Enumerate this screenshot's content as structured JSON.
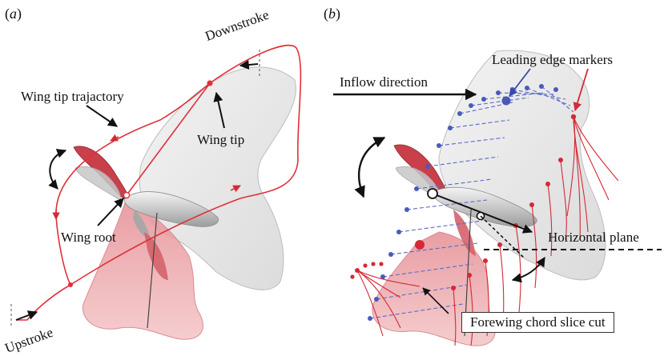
{
  "panels": {
    "a": {
      "open": "(",
      "letter": "a",
      "close": ")"
    },
    "b": {
      "open": "(",
      "letter": "b",
      "close": ")"
    }
  },
  "labels_a": {
    "downstroke": "Downstroke",
    "wing_tip_trajectory": "Wing tip trajactory",
    "wing_tip": "Wing tip",
    "wing_root": "Wing root",
    "upstroke": "Upstroke"
  },
  "labels_b": {
    "leading_edge_markers": "Leading edge markers",
    "inflow_direction": "Inflow direction",
    "horizontal_plane": "Horizontal plane",
    "forewing_chord_slice_cut": "Forewing chord slice cut"
  },
  "colors": {
    "trajectory": "#e0303a",
    "marker_red": "#d42a35",
    "marker_blue": "#4a5ab8",
    "hindwing_fill": "#e9a6aa",
    "forewing_fill": "#dcdcdc",
    "body": "#cfcfcf"
  }
}
